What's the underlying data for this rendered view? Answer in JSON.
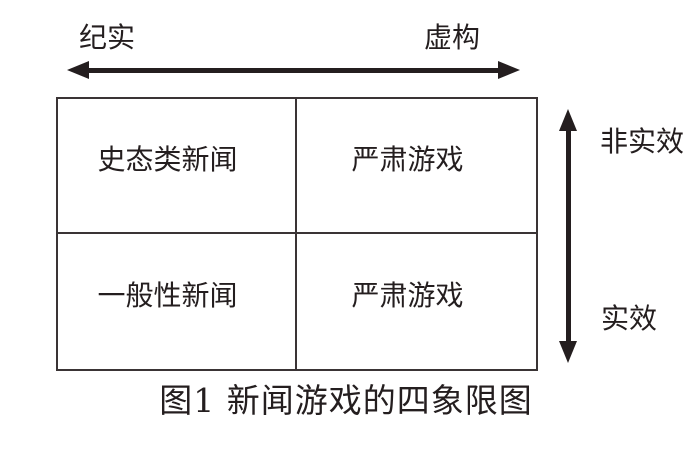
{
  "colors": {
    "background": "#ffffff",
    "ink": "#241e1f",
    "border": "#3a3435"
  },
  "axes": {
    "horizontal": {
      "left_label": "纪实",
      "right_label": "虚构"
    },
    "vertical": {
      "top_label": "非实效",
      "bottom_label": "实效"
    }
  },
  "grid": {
    "cells": [
      {
        "position": "top-left",
        "label": "史态类新闻"
      },
      {
        "position": "top-right",
        "label": "严肃游戏"
      },
      {
        "position": "bottom-left",
        "label": "一般性新闻"
      },
      {
        "position": "bottom-right",
        "label": "严肃游戏"
      }
    ]
  },
  "caption": {
    "text": "图1 新闻游戏的四象限图"
  }
}
